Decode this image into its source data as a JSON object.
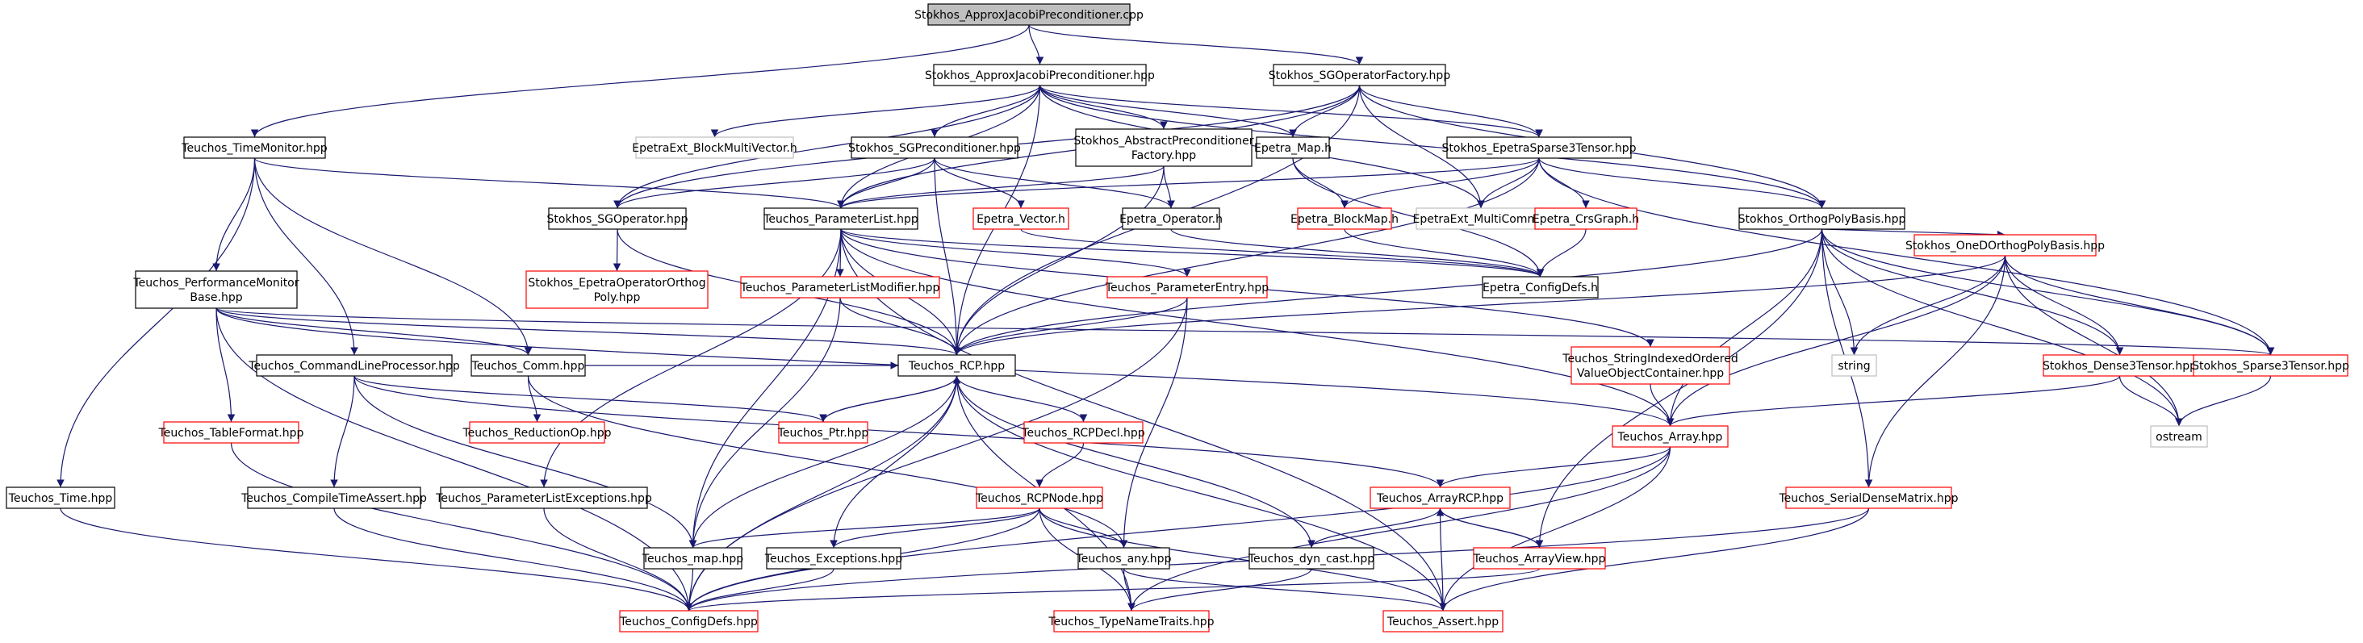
{
  "graph": {
    "nodes": [
      {
        "id": "root",
        "lines": [
          "Stokhos_ApproxJacobiPreconditioner.cpp"
        ],
        "style": "root"
      },
      {
        "id": "ajp_hpp",
        "lines": [
          "Stokhos_ApproxJacobiPreconditioner.hpp"
        ],
        "style": "black"
      },
      {
        "id": "sgopf",
        "lines": [
          "Stokhos_SGOperatorFactory.hpp"
        ],
        "style": "black"
      },
      {
        "id": "timemon",
        "lines": [
          "Teuchos_TimeMonitor.hpp"
        ],
        "style": "black"
      },
      {
        "id": "epetraext_bmv",
        "lines": [
          "EpetraExt_BlockMultiVector.h"
        ],
        "style": "gray"
      },
      {
        "id": "sgprec",
        "lines": [
          "Stokhos_SGPreconditioner.hpp"
        ],
        "style": "black"
      },
      {
        "id": "absprec",
        "lines": [
          "Stokhos_AbstractPreconditioner",
          "Factory.hpp"
        ],
        "style": "black"
      },
      {
        "id": "epetra_map",
        "lines": [
          "Epetra_Map.h"
        ],
        "style": "black"
      },
      {
        "id": "eps3t",
        "lines": [
          "Stokhos_EpetraSparse3Tensor.hpp"
        ],
        "style": "black"
      },
      {
        "id": "sgop",
        "lines": [
          "Stokhos_SGOperator.hpp"
        ],
        "style": "black"
      },
      {
        "id": "paramlist",
        "lines": [
          "Teuchos_ParameterList.hpp"
        ],
        "style": "black"
      },
      {
        "id": "epetra_vector",
        "lines": [
          "Epetra_Vector.h"
        ],
        "style": "red"
      },
      {
        "id": "epetra_operator",
        "lines": [
          "Epetra_Operator.h"
        ],
        "style": "black"
      },
      {
        "id": "epetra_blockmap",
        "lines": [
          "Epetra_BlockMap.h"
        ],
        "style": "red"
      },
      {
        "id": "epetraext_multicomm",
        "lines": [
          "EpetraExt_MultiComm.h"
        ],
        "style": "gray"
      },
      {
        "id": "epetra_crsgraph",
        "lines": [
          "Epetra_CrsGraph.h"
        ],
        "style": "red"
      },
      {
        "id": "orthopoly",
        "lines": [
          "Stokhos_OrthogPolyBasis.hpp"
        ],
        "style": "black"
      },
      {
        "id": "perfmon",
        "lines": [
          "Teuchos_PerformanceMonitor",
          "Base.hpp"
        ],
        "style": "black"
      },
      {
        "id": "epetraoporth",
        "lines": [
          "Stokhos_EpetraOperatorOrthog",
          "Poly.hpp"
        ],
        "style": "red"
      },
      {
        "id": "plmodifier",
        "lines": [
          "Teuchos_ParameterListModifier.hpp"
        ],
        "style": "red"
      },
      {
        "id": "paramentry",
        "lines": [
          "Teuchos_ParameterEntry.hpp"
        ],
        "style": "red"
      },
      {
        "id": "configdefs_h",
        "lines": [
          "Epetra_ConfigDefs.h"
        ],
        "style": "black"
      },
      {
        "id": "onedortho",
        "lines": [
          "Stokhos_OneDOrthogPolyBasis.hpp"
        ],
        "style": "red"
      },
      {
        "id": "cmdline",
        "lines": [
          "Teuchos_CommandLineProcessor.hpp"
        ],
        "style": "black"
      },
      {
        "id": "comm",
        "lines": [
          "Teuchos_Comm.hpp"
        ],
        "style": "black"
      },
      {
        "id": "rcp",
        "lines": [
          "Teuchos_RCP.hpp"
        ],
        "style": "black"
      },
      {
        "id": "stridx",
        "lines": [
          "Teuchos_StringIndexedOrdered",
          "ValueObjectContainer.hpp"
        ],
        "style": "red"
      },
      {
        "id": "string",
        "lines": [
          "string"
        ],
        "style": "gray"
      },
      {
        "id": "dense3",
        "lines": [
          "Stokhos_Dense3Tensor.hpp"
        ],
        "style": "red"
      },
      {
        "id": "sparse3",
        "lines": [
          "Stokhos_Sparse3Tensor.hpp"
        ],
        "style": "red"
      },
      {
        "id": "tableformat",
        "lines": [
          "Teuchos_TableFormat.hpp"
        ],
        "style": "red"
      },
      {
        "id": "reductionop",
        "lines": [
          "Teuchos_ReductionOp.hpp"
        ],
        "style": "red"
      },
      {
        "id": "ptr",
        "lines": [
          "Teuchos_Ptr.hpp"
        ],
        "style": "red"
      },
      {
        "id": "rcpdecl",
        "lines": [
          "Teuchos_RCPDecl.hpp"
        ],
        "style": "red"
      },
      {
        "id": "array",
        "lines": [
          "Teuchos_Array.hpp"
        ],
        "style": "red"
      },
      {
        "id": "ostream",
        "lines": [
          "ostream"
        ],
        "style": "gray"
      },
      {
        "id": "time",
        "lines": [
          "Teuchos_Time.hpp"
        ],
        "style": "black"
      },
      {
        "id": "compiletime",
        "lines": [
          "Teuchos_CompileTimeAssert.hpp"
        ],
        "style": "black"
      },
      {
        "id": "plexceptions",
        "lines": [
          "Teuchos_ParameterListExceptions.hpp"
        ],
        "style": "black"
      },
      {
        "id": "rcpnode",
        "lines": [
          "Teuchos_RCPNode.hpp"
        ],
        "style": "red"
      },
      {
        "id": "arrayrcp",
        "lines": [
          "Teuchos_ArrayRCP.hpp"
        ],
        "style": "red"
      },
      {
        "id": "serialdense",
        "lines": [
          "Teuchos_SerialDenseMatrix.hpp"
        ],
        "style": "red"
      },
      {
        "id": "map",
        "lines": [
          "Teuchos_map.hpp"
        ],
        "style": "black"
      },
      {
        "id": "exceptions",
        "lines": [
          "Teuchos_Exceptions.hpp"
        ],
        "style": "black"
      },
      {
        "id": "any",
        "lines": [
          "Teuchos_any.hpp"
        ],
        "style": "black"
      },
      {
        "id": "dyncast",
        "lines": [
          "Teuchos_dyn_cast.hpp"
        ],
        "style": "black"
      },
      {
        "id": "arrayview",
        "lines": [
          "Teuchos_ArrayView.hpp"
        ],
        "style": "red"
      },
      {
        "id": "configdefs_hpp",
        "lines": [
          "Teuchos_ConfigDefs.hpp"
        ],
        "style": "red"
      },
      {
        "id": "typenametraits",
        "lines": [
          "Teuchos_TypeNameTraits.hpp"
        ],
        "style": "red"
      },
      {
        "id": "assert",
        "lines": [
          "Teuchos_Assert.hpp"
        ],
        "style": "red"
      }
    ],
    "edges": [
      [
        "root",
        "ajp_hpp"
      ],
      [
        "root",
        "sgopf"
      ],
      [
        "root",
        "timemon"
      ],
      [
        "ajp_hpp",
        "epetraext_bmv"
      ],
      [
        "ajp_hpp",
        "sgprec"
      ],
      [
        "ajp_hpp",
        "absprec"
      ],
      [
        "ajp_hpp",
        "epetra_map"
      ],
      [
        "ajp_hpp",
        "eps3t"
      ],
      [
        "ajp_hpp",
        "epetraext_multicomm"
      ],
      [
        "ajp_hpp",
        "sgop"
      ],
      [
        "ajp_hpp",
        "paramlist"
      ],
      [
        "ajp_hpp",
        "orthopoly"
      ],
      [
        "ajp_hpp",
        "rcp"
      ],
      [
        "sgopf",
        "epetra_map"
      ],
      [
        "sgopf",
        "eps3t"
      ],
      [
        "sgopf",
        "epetraext_multicomm"
      ],
      [
        "sgopf",
        "orthopoly"
      ],
      [
        "sgopf",
        "sgop"
      ],
      [
        "sgopf",
        "paramlist"
      ],
      [
        "sgopf",
        "rcp"
      ],
      [
        "timemon",
        "paramlist"
      ],
      [
        "timemon",
        "perfmon"
      ],
      [
        "timemon",
        "cmdline"
      ],
      [
        "timemon",
        "comm"
      ],
      [
        "timemon",
        "time"
      ],
      [
        "sgprec",
        "sgop"
      ],
      [
        "sgprec",
        "epetra_operator"
      ],
      [
        "sgprec",
        "paramlist"
      ],
      [
        "sgprec",
        "epetra_vector"
      ],
      [
        "sgprec",
        "rcp"
      ],
      [
        "absprec",
        "paramlist"
      ],
      [
        "absprec",
        "epetra_operator"
      ],
      [
        "absprec",
        "rcp"
      ],
      [
        "epetra_map",
        "epetra_blockmap"
      ],
      [
        "epetra_map",
        "configdefs_h"
      ],
      [
        "eps3t",
        "epetra_blockmap"
      ],
      [
        "eps3t",
        "epetraext_multicomm"
      ],
      [
        "eps3t",
        "epetra_crsgraph"
      ],
      [
        "eps3t",
        "orthopoly"
      ],
      [
        "eps3t",
        "sparse3"
      ],
      [
        "eps3t",
        "rcp"
      ],
      [
        "eps3t",
        "paramlist"
      ],
      [
        "sgop",
        "epetraoporth"
      ],
      [
        "sgop",
        "rcp"
      ],
      [
        "paramlist",
        "plmodifier"
      ],
      [
        "paramlist",
        "paramentry"
      ],
      [
        "paramlist",
        "rcp"
      ],
      [
        "paramlist",
        "stridx"
      ],
      [
        "paramlist",
        "plexceptions"
      ],
      [
        "paramlist",
        "map"
      ],
      [
        "paramlist",
        "array"
      ],
      [
        "paramlist",
        "assert"
      ],
      [
        "paramlist",
        "configdefs_h"
      ],
      [
        "epetra_vector",
        "configdefs_h"
      ],
      [
        "epetra_operator",
        "configdefs_h"
      ],
      [
        "epetra_blockmap",
        "configdefs_h"
      ],
      [
        "epetra_crsgraph",
        "configdefs_h"
      ],
      [
        "orthopoly",
        "onedortho"
      ],
      [
        "orthopoly",
        "string"
      ],
      [
        "orthopoly",
        "dense3"
      ],
      [
        "orthopoly",
        "sparse3"
      ],
      [
        "orthopoly",
        "array"
      ],
      [
        "orthopoly",
        "serialdense"
      ],
      [
        "orthopoly",
        "ostream"
      ],
      [
        "orthopoly",
        "rcp"
      ],
      [
        "orthopoly",
        "arrayview"
      ],
      [
        "perfmon",
        "rcp"
      ],
      [
        "perfmon",
        "comm"
      ],
      [
        "perfmon",
        "tableformat"
      ],
      [
        "perfmon",
        "configdefs_hpp"
      ],
      [
        "perfmon",
        "array"
      ],
      [
        "perfmon",
        "sparse3"
      ],
      [
        "plmodifier",
        "rcp"
      ],
      [
        "plmodifier",
        "map"
      ],
      [
        "paramentry",
        "rcp"
      ],
      [
        "paramentry",
        "any"
      ],
      [
        "paramentry",
        "configdefs_hpp"
      ],
      [
        "onedortho",
        "string"
      ],
      [
        "onedortho",
        "dense3"
      ],
      [
        "onedortho",
        "sparse3"
      ],
      [
        "onedortho",
        "array"
      ],
      [
        "onedortho",
        "serialdense"
      ],
      [
        "onedortho",
        "ostream"
      ],
      [
        "onedortho",
        "rcp"
      ],
      [
        "cmdline",
        "ptr"
      ],
      [
        "cmdline",
        "compiletime"
      ],
      [
        "cmdline",
        "map"
      ],
      [
        "cmdline",
        "arrayrcp"
      ],
      [
        "comm",
        "reductionop"
      ],
      [
        "comm",
        "rcp"
      ],
      [
        "comm",
        "any"
      ],
      [
        "rcp",
        "ptr"
      ],
      [
        "rcp",
        "rcpdecl"
      ],
      [
        "rcp",
        "exceptions"
      ],
      [
        "rcp",
        "map"
      ],
      [
        "rcp",
        "dyncast"
      ],
      [
        "rcp",
        "typenametraits"
      ],
      [
        "rcp",
        "assert"
      ],
      [
        "rcp",
        "configdefs_hpp"
      ],
      [
        "stridx",
        "array"
      ],
      [
        "dense3",
        "ostream"
      ],
      [
        "dense3",
        "array"
      ],
      [
        "sparse3",
        "ostream"
      ],
      [
        "tableformat",
        "configdefs_hpp"
      ],
      [
        "ptr",
        "rcp"
      ],
      [
        "rcpdecl",
        "rcpnode"
      ],
      [
        "array",
        "arrayrcp"
      ],
      [
        "array",
        "configdefs_hpp"
      ],
      [
        "array",
        "assert"
      ],
      [
        "array",
        "typenametraits"
      ],
      [
        "time",
        "configdefs_hpp"
      ],
      [
        "compiletime",
        "configdefs_hpp"
      ],
      [
        "plexceptions",
        "configdefs_hpp"
      ],
      [
        "rcpnode",
        "map"
      ],
      [
        "rcpnode",
        "exceptions"
      ],
      [
        "rcpnode",
        "any"
      ],
      [
        "rcpnode",
        "typenametraits"
      ],
      [
        "rcpnode",
        "assert"
      ],
      [
        "rcpnode",
        "configdefs_hpp"
      ],
      [
        "arrayrcp",
        "dyncast"
      ],
      [
        "arrayrcp",
        "arrayview"
      ],
      [
        "arrayrcp",
        "assert"
      ],
      [
        "serialdense",
        "configdefs_hpp"
      ],
      [
        "serialdense",
        "assert"
      ],
      [
        "map",
        "configdefs_hpp"
      ],
      [
        "exceptions",
        "configdefs_hpp"
      ],
      [
        "any",
        "typenametraits"
      ],
      [
        "any",
        "assert"
      ],
      [
        "dyncast",
        "typenametraits"
      ],
      [
        "arrayview",
        "arrayrcp"
      ],
      [
        "arrayview",
        "configdefs_hpp"
      ]
    ]
  }
}
